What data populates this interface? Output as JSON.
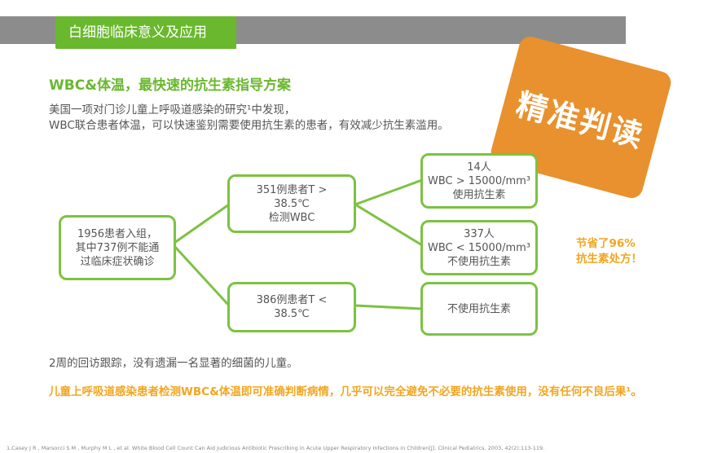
{
  "header": {
    "tab_label": "白细胞临床意义及应用"
  },
  "section_title": "WBC&体温，最快速的抗生素指导方案",
  "intro": {
    "line1": "美国一项对门诊儿童上呼吸道感染的研究¹中发现，",
    "line2": "WBC联合患者体温，可以快速鉴别需要使用抗生素的患者，有效减少抗生素滥用。"
  },
  "stamp": {
    "text": "精准判读"
  },
  "diagram": {
    "root": {
      "lines": [
        "1956患者入组，",
        "其中737例不能通",
        "过临床症状确诊"
      ]
    },
    "branch_high": {
      "lines": [
        "351例患者T >",
        "38.5℃",
        "检测WBC"
      ]
    },
    "branch_low": {
      "lines": [
        "386例患者T <",
        "38.5℃"
      ]
    },
    "leaf_high_wbc": {
      "lines": [
        "14人",
        "WBC > 15000/mm³",
        "使用抗生素"
      ]
    },
    "leaf_low_wbc": {
      "lines": [
        "337人",
        "WBC < 15000/mm³",
        "不使用抗生素"
      ]
    },
    "leaf_low_temp": {
      "lines": [
        "不使用抗生素"
      ]
    }
  },
  "callout": {
    "line1": "节省了96%",
    "line2": "抗生素处方！"
  },
  "followup": "2周的回访跟踪，没有遗漏一名显著的细菌的儿童。",
  "conclusion": "儿童上呼吸道感染患者检测WBC&体温即可准确判断病情，几乎可以完全避免不必要的抗生素使用，没有任何不良后果¹。",
  "reference": "1.Casey J R , Marsocci S M , Murphy M L , et al. White Blood Cell Count Can Aid Judicious Antibiotic Prescribing in Acute Upper Respiratory Infections in Children[J]. Clinical Pediatrics, 2003, 42(2):113-119.",
  "colors": {
    "accent_green": "#6ab82e",
    "node_border": "#7dc242",
    "highlight_orange": "#f2a61f",
    "stamp_orange": "#e8912e",
    "header_gray": "#8c8c8c"
  }
}
